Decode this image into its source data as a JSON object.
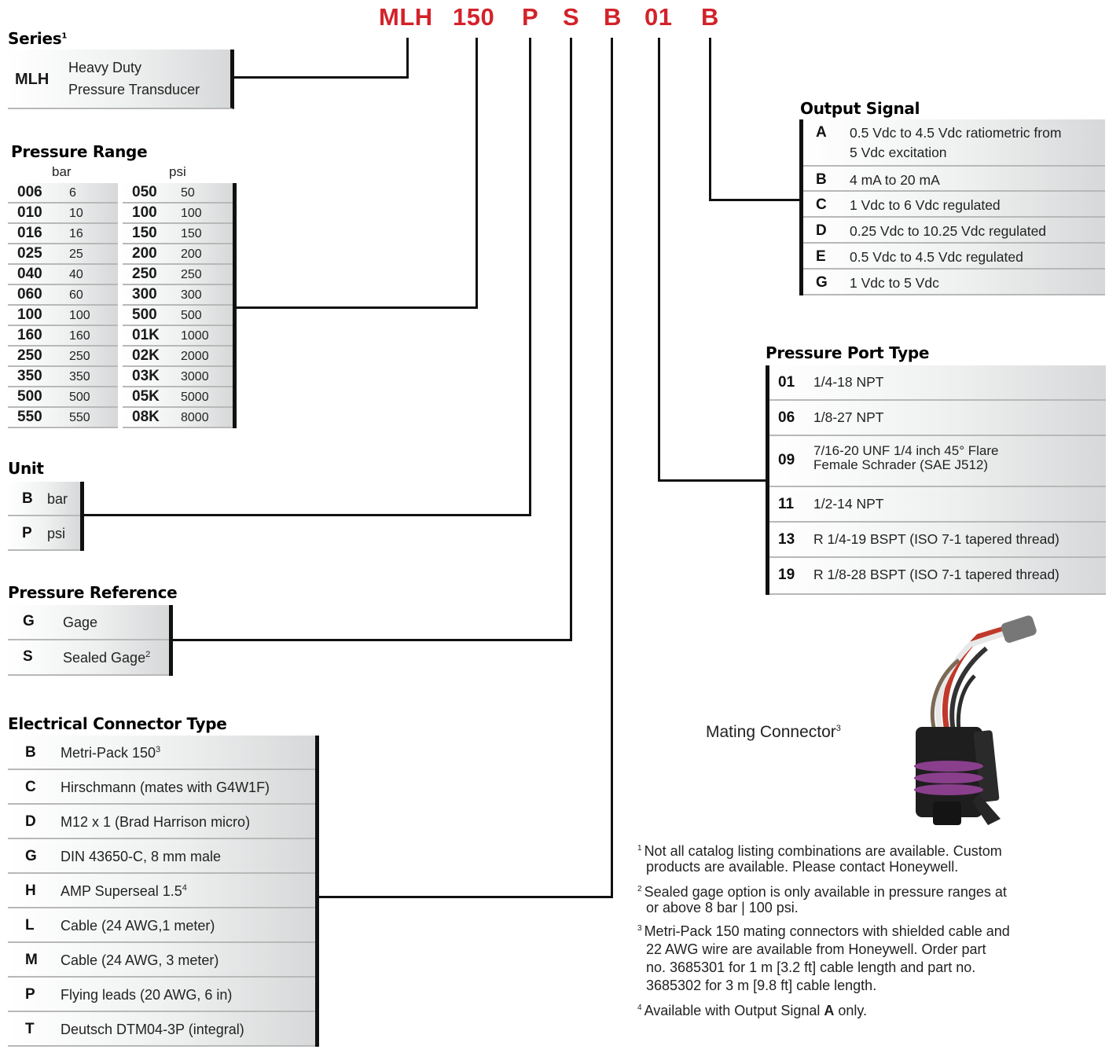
{
  "header": {
    "codes": [
      "MLH",
      "150",
      "P",
      "S",
      "B",
      "01",
      "B"
    ]
  },
  "series": {
    "title": "Series",
    "title_note": "1",
    "code": "MLH",
    "desc_line1": "Heavy Duty",
    "desc_line2": "Pressure Transducer"
  },
  "pressure_range": {
    "title": "Pressure Range",
    "bar_header": "bar",
    "psi_header": "psi",
    "bar": [
      {
        "code": "006",
        "value": "6"
      },
      {
        "code": "010",
        "value": "10"
      },
      {
        "code": "016",
        "value": "16"
      },
      {
        "code": "025",
        "value": "25"
      },
      {
        "code": "040",
        "value": "40"
      },
      {
        "code": "060",
        "value": "60"
      },
      {
        "code": "100",
        "value": "100"
      },
      {
        "code": "160",
        "value": "160"
      },
      {
        "code": "250",
        "value": "250"
      },
      {
        "code": "350",
        "value": "350"
      },
      {
        "code": "500",
        "value": "500"
      },
      {
        "code": "550",
        "value": "550"
      }
    ],
    "psi": [
      {
        "code": "050",
        "value": "50"
      },
      {
        "code": "100",
        "value": "100"
      },
      {
        "code": "150",
        "value": "150"
      },
      {
        "code": "200",
        "value": "200"
      },
      {
        "code": "250",
        "value": "250"
      },
      {
        "code": "300",
        "value": "300"
      },
      {
        "code": "500",
        "value": "500"
      },
      {
        "code": "01K",
        "value": "1000"
      },
      {
        "code": "02K",
        "value": "2000"
      },
      {
        "code": "03K",
        "value": "3000"
      },
      {
        "code": "05K",
        "value": "5000"
      },
      {
        "code": "08K",
        "value": "8000"
      }
    ]
  },
  "unit": {
    "title": "Unit",
    "items": [
      {
        "code": "B",
        "label": "bar"
      },
      {
        "code": "P",
        "label": "psi"
      }
    ]
  },
  "pressure_reference": {
    "title": "Pressure Reference",
    "items": [
      {
        "code": "G",
        "label": "Gage",
        "note": ""
      },
      {
        "code": "S",
        "label": "Sealed Gage",
        "note": "2"
      }
    ]
  },
  "electrical_connector": {
    "title": "Electrical Connector Type",
    "items": [
      {
        "code": "B",
        "label": "Metri-Pack 150",
        "note": "3"
      },
      {
        "code": "C",
        "label": "Hirschmann (mates with G4W1F)",
        "note": ""
      },
      {
        "code": "D",
        "label": "M12 x 1 (Brad Harrison micro)",
        "note": ""
      },
      {
        "code": "G",
        "label": "DIN 43650-C, 8 mm male",
        "note": ""
      },
      {
        "code": "H",
        "label": "AMP Superseal 1.5",
        "note": "4"
      },
      {
        "code": "L",
        "label": "Cable (24 AWG,1 meter)",
        "note": ""
      },
      {
        "code": "M",
        "label": "Cable (24 AWG, 3 meter)",
        "note": ""
      },
      {
        "code": "P",
        "label": "Flying leads (20 AWG, 6 in)",
        "note": ""
      },
      {
        "code": "T",
        "label": "Deutsch DTM04-3P (integral)",
        "note": ""
      }
    ]
  },
  "output_signal": {
    "title": "Output Signal",
    "items": [
      {
        "code": "A",
        "line1": "0.5 Vdc to 4.5 Vdc ratiometric from",
        "line2": "5 Vdc excitation"
      },
      {
        "code": "B",
        "line1": "4 mA to 20 mA",
        "line2": ""
      },
      {
        "code": "C",
        "line1": "1 Vdc to 6 Vdc regulated",
        "line2": ""
      },
      {
        "code": "D",
        "line1": "0.25 Vdc to 10.25 Vdc regulated",
        "line2": ""
      },
      {
        "code": "E",
        "line1": "0.5 Vdc to 4.5 Vdc regulated",
        "line2": ""
      },
      {
        "code": "G",
        "line1": "1 Vdc to 5 Vdc",
        "line2": ""
      }
    ]
  },
  "pressure_port": {
    "title": "Pressure Port Type",
    "items": [
      {
        "code": "01",
        "line1": "1/4-18 NPT",
        "line2": ""
      },
      {
        "code": "06",
        "line1": "1/8-27 NPT",
        "line2": ""
      },
      {
        "code": "09",
        "line1": "7/16-20 UNF 1/4 inch 45° Flare",
        "line2": "Female Schrader (SAE J512)"
      },
      {
        "code": "11",
        "line1": "1/2-14 NPT",
        "line2": ""
      },
      {
        "code": "13",
        "line1": "R 1/4-19 BSPT (ISO 7-1 tapered thread)",
        "line2": ""
      },
      {
        "code": "19",
        "line1": "R 1/8-28 BSPT (ISO 7-1 tapered thread)",
        "line2": ""
      }
    ]
  },
  "mating_connector": {
    "label": "Mating Connector",
    "note": "3"
  },
  "footnotes": [
    {
      "num": "1",
      "lines": [
        "Not all catalog listing combinations are available. Custom",
        "products are available. Please contact Honeywell."
      ]
    },
    {
      "num": "2",
      "lines": [
        "Sealed gage option is only available in pressure ranges at",
        "or above 8 bar | 100 psi."
      ]
    },
    {
      "num": "3",
      "lines": [
        "Metri-Pack 150 mating connectors with shielded cable and",
        "22 AWG wire are available from Honeywell. Order part",
        "no. 3685301 for 1 m [3.2 ft] cable length and part no.",
        "3685302 for 3 m [9.8 ft] cable length."
      ]
    },
    {
      "num": "4",
      "pre": "Available with Output Signal ",
      "bold": "A",
      "post": " only."
    }
  ],
  "colors": {
    "accent_red": "#d3222a",
    "connector_purple": "#8a3f8c"
  }
}
